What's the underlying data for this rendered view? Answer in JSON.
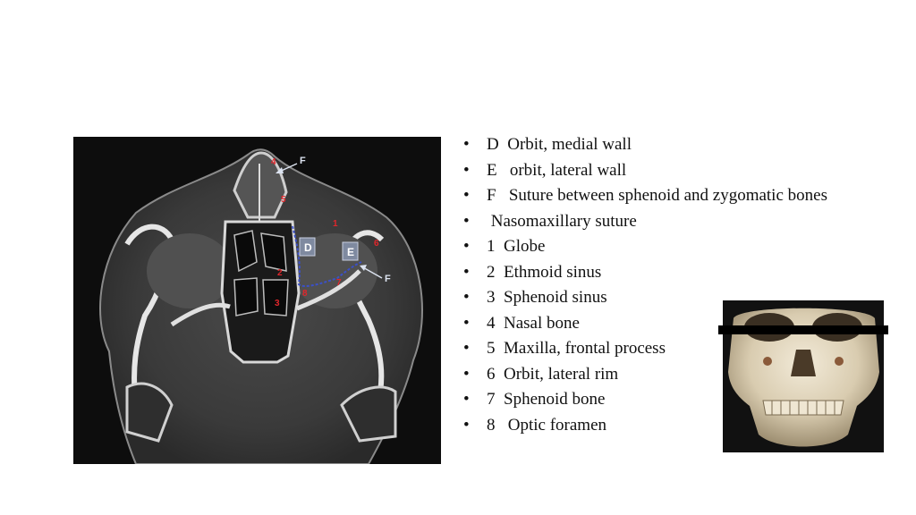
{
  "ct_image": {
    "labels": {
      "four": "4",
      "five": "5",
      "one": "1",
      "six": "6",
      "two": "2",
      "three": "3",
      "seven": "7",
      "eight": "8",
      "D": "D",
      "E": "E",
      "F_top": "F",
      "F_right": "F"
    },
    "colors": {
      "number_label": "#e0262b",
      "letter_box": "#7f8aa0",
      "suture_line": "#3b50c8"
    }
  },
  "legend": {
    "bullet": "•",
    "items": [
      "D  Orbit, medial wall",
      "E   orbit, lateral wall",
      "F   Suture between sphenoid and zygomatic bones",
      " Nasomaxillary suture",
      "1  Globe",
      "2  Ethmoid sinus",
      "3  Sphenoid sinus",
      "4  Nasal bone",
      "5  Maxilla, frontal process",
      "6  Orbit, lateral rim",
      "7  Sphenoid bone",
      "8   Optic foramen"
    ]
  },
  "skull_image": {
    "icon": "skull-3d-render",
    "cut_line_color": "#000000"
  }
}
